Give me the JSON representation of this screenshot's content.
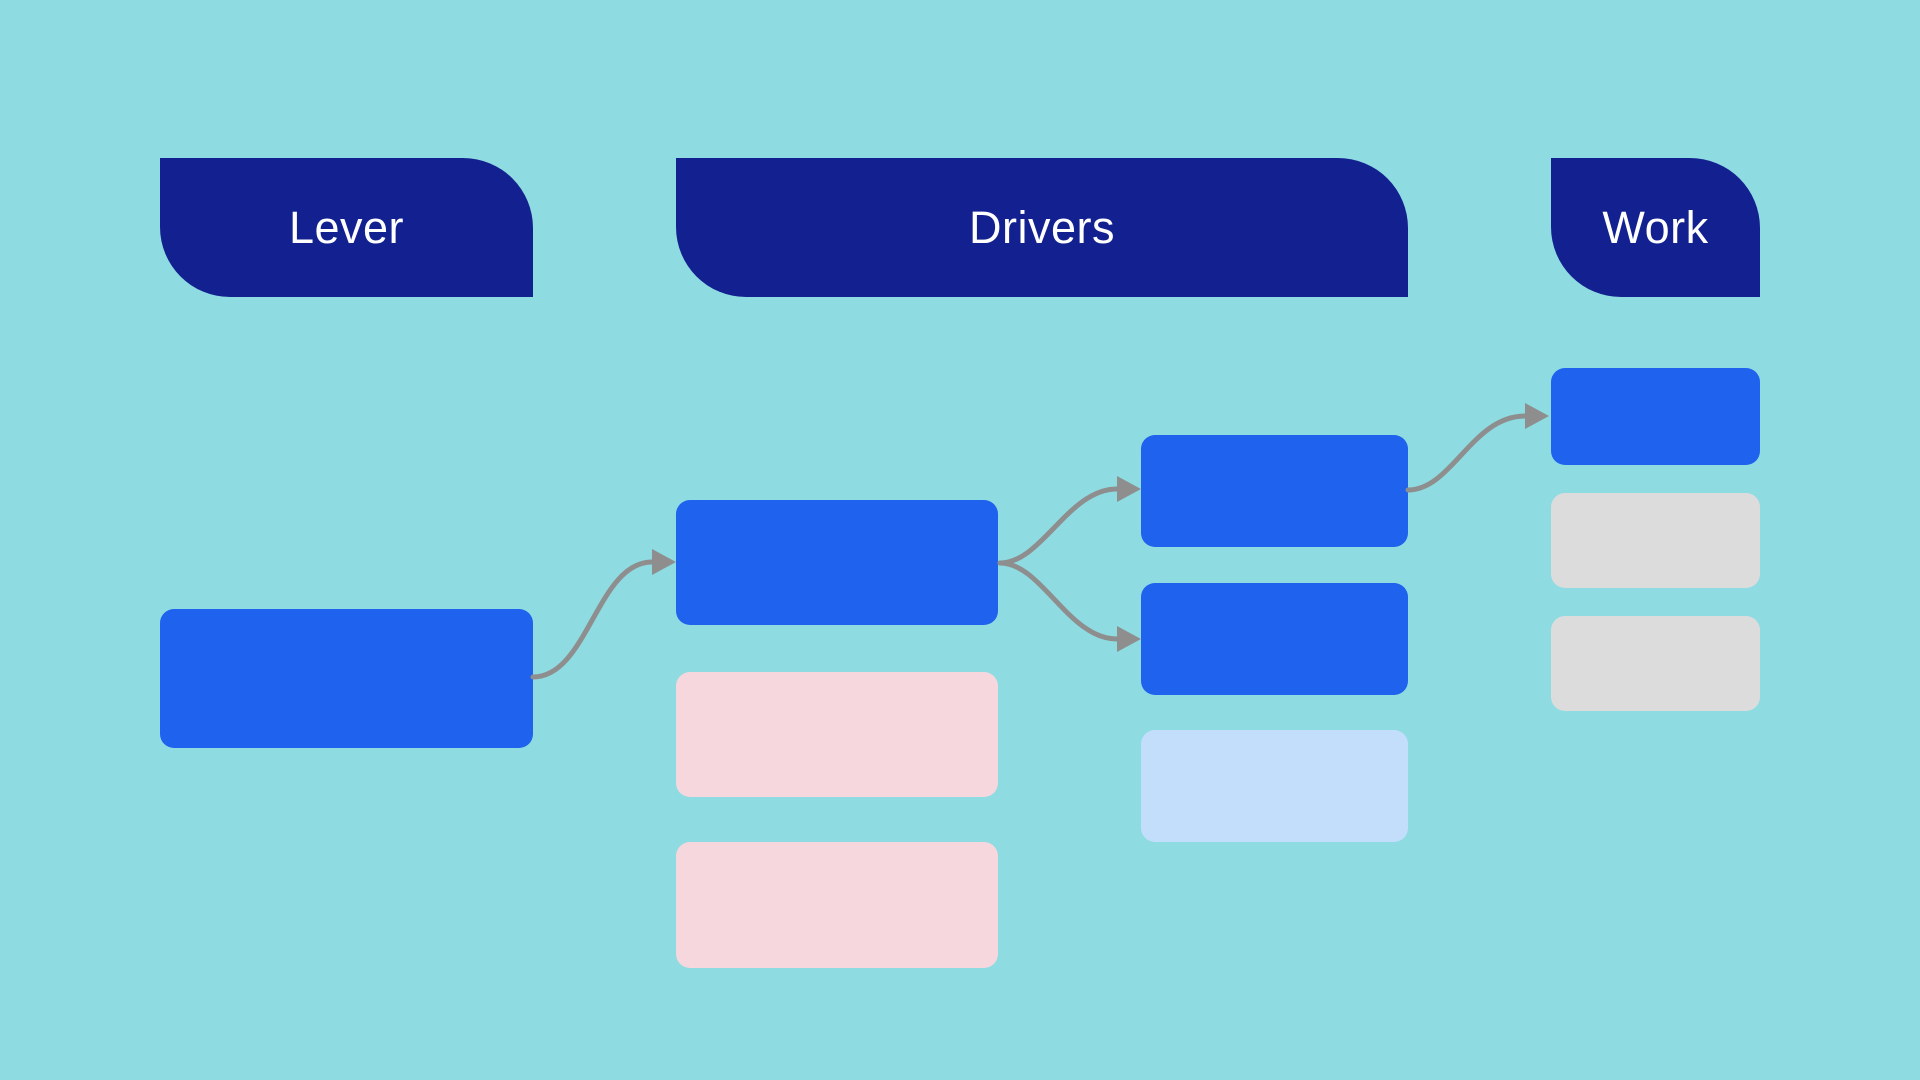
{
  "diagram": {
    "background_color": "#8edbe2",
    "palette": {
      "header_navy": "#12218f",
      "node_blue": "#1f62ed",
      "node_pink": "#f6d7de",
      "node_light_blue": "#c3defb",
      "node_gray": "#dcdcdc",
      "arrow_gray": "#8e8e8e",
      "header_text": "#ffffff"
    },
    "headers": {
      "lever": {
        "label": "Lever"
      },
      "drivers": {
        "label": "Drivers"
      },
      "work": {
        "label": "Work"
      }
    },
    "nodes": [
      {
        "id": "lever-main",
        "column": "lever",
        "color": "node_blue",
        "label": ""
      },
      {
        "id": "driver-main",
        "column": "drivers",
        "color": "node_blue",
        "label": ""
      },
      {
        "id": "driver-placeholder-1",
        "column": "drivers",
        "color": "node_pink",
        "label": ""
      },
      {
        "id": "driver-placeholder-2",
        "column": "drivers",
        "color": "node_pink",
        "label": ""
      },
      {
        "id": "sub-driver-1",
        "column": "drivers",
        "color": "node_blue",
        "label": ""
      },
      {
        "id": "sub-driver-2",
        "column": "drivers",
        "color": "node_blue",
        "label": ""
      },
      {
        "id": "sub-driver-3",
        "column": "drivers",
        "color": "node_light_blue",
        "label": ""
      },
      {
        "id": "work-1",
        "column": "work",
        "color": "node_blue",
        "label": ""
      },
      {
        "id": "work-2",
        "column": "work",
        "color": "node_gray",
        "label": ""
      },
      {
        "id": "work-3",
        "column": "work",
        "color": "node_gray",
        "label": ""
      }
    ],
    "arrows": [
      {
        "from": "lever-main",
        "to": "driver-main"
      },
      {
        "from": "driver-main",
        "to": "sub-driver-1"
      },
      {
        "from": "driver-main",
        "to": "sub-driver-2"
      },
      {
        "from": "sub-driver-1",
        "to": "work-1"
      }
    ]
  }
}
